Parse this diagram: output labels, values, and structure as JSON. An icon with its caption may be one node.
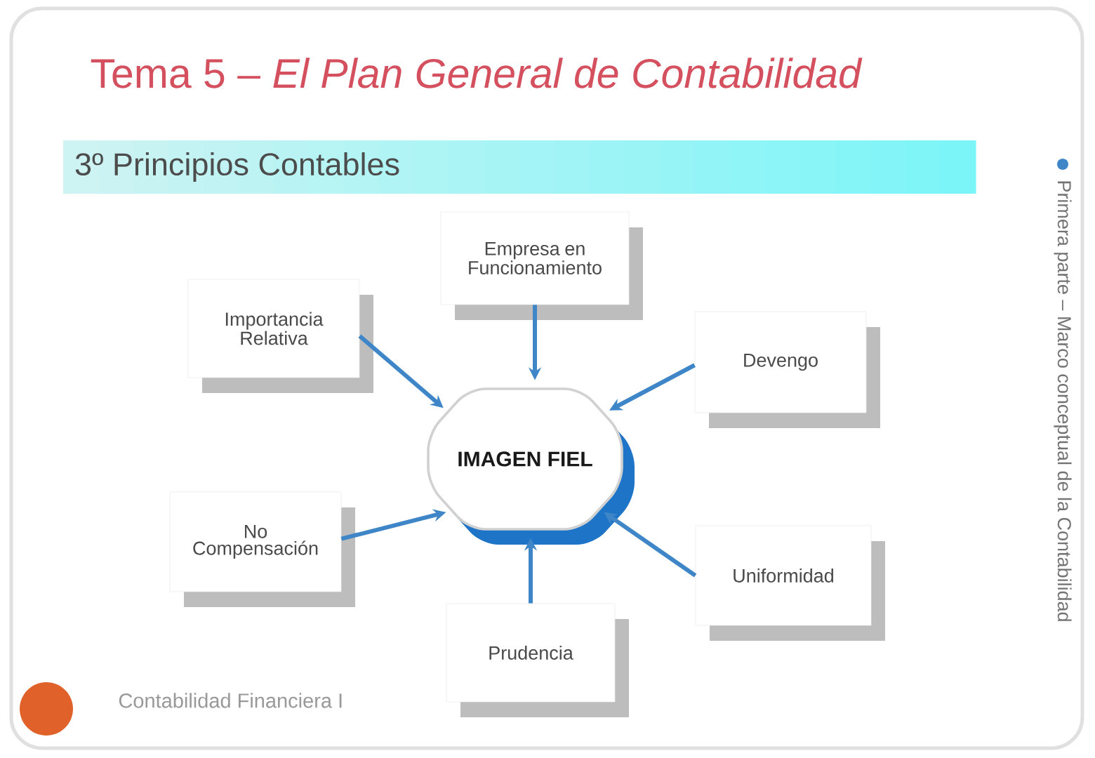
{
  "diagram": {
    "title": "Tema 5 – *El Plan General de Contabilidad*",
    "nodes": [
      {
        "text": [
          "3º Principios Contables"
        ]
      },
      {
        "text": [
          "Empresa en Funcionamiento"
        ]
      },
      {
        "text": [
          "Importancia Relativa"
        ]
      },
      {
        "text": [
          "Devengo"
        ]
      },
      {
        "text": [
          "IMAGEN FIEL"
        ]
      },
      {
        "text": [
          "No Compensación"
        ]
      },
      {
        "text": [
          "Uniformidad"
        ]
      },
      {
        "text": [
          "Prudencia"
        ]
      }
    ],
    "edges": [
      {
        "from": 1,
        "to": 4,
        "arrow": "to"
      },
      {
        "from": 2,
        "to": 4,
        "arrow": "to"
      },
      {
        "from": 3,
        "to": 4,
        "arrow": "to"
      },
      {
        "from": 5,
        "to": 4,
        "arrow": "to"
      },
      {
        "from": 6,
        "to": 4,
        "arrow": "to"
      },
      {
        "from": 7,
        "to": 4,
        "arrow": "to"
      }
    ],
    "labels": [
      "Primera parte – Marco conceptual de la Contabilidad",
      "Contabilidad Financiera I"
    ]
  }
}
